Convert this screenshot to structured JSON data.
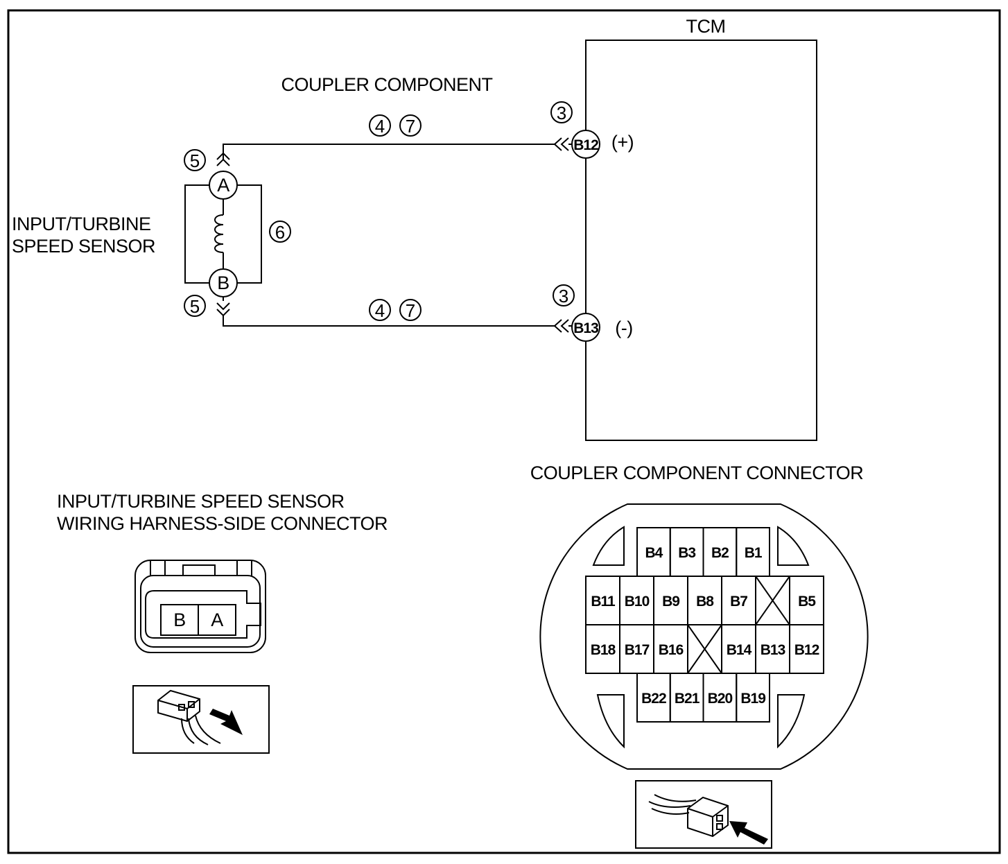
{
  "labels": {
    "tcm": "TCM",
    "coupler_component": "COUPLER COMPONENT",
    "sensor_line1": "INPUT/TURBINE",
    "sensor_line2": "SPEED SENSOR",
    "coupler_connector_title": "COUPLER COMPONENT CONNECTOR",
    "harness_line1": "INPUT/TURBINE SPEED SENSOR",
    "harness_line2": "WIRING HARNESS-SIDE CONNECTOR"
  },
  "callouts": {
    "top_3": "3",
    "top_4": "4",
    "top_7": "7",
    "top_5": "5",
    "mid_6": "6",
    "bot_5": "5",
    "bot_4": "4",
    "bot_7": "7",
    "bot_3": "3"
  },
  "terminals": {
    "tcm_plus_pin": "B12",
    "tcm_plus_sign": "(+)",
    "tcm_minus_pin": "B13",
    "tcm_minus_sign": "(-)",
    "sensor_a": "A",
    "sensor_b": "B"
  },
  "harness_connector": {
    "pins": [
      "B",
      "A"
    ]
  },
  "coupler_connector": {
    "row1": [
      "B4",
      "B3",
      "B2",
      "B1"
    ],
    "row2": [
      "B11",
      "B10",
      "B9",
      "B8",
      "B7",
      "",
      "B5"
    ],
    "row3": [
      "B18",
      "B17",
      "B16",
      "",
      "B14",
      "B13",
      "B12"
    ],
    "row4": [
      "B22",
      "B21",
      "B20",
      "B19"
    ]
  }
}
